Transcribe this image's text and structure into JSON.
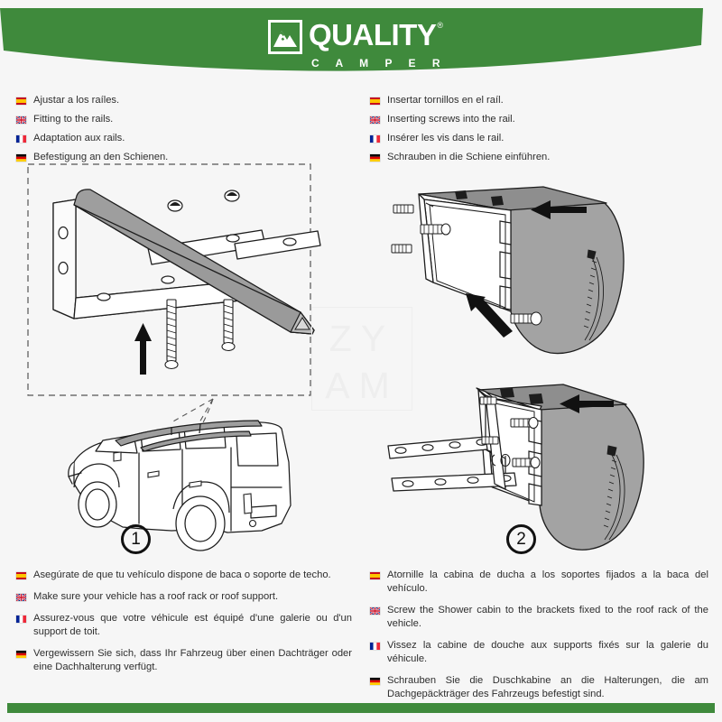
{
  "brand": {
    "name": "QUALITY",
    "subtitle": "C A M P E R",
    "registered": "®",
    "logo_icon": "mountain-icon",
    "green": "#3f8a3c"
  },
  "watermark": {
    "line1": "ZY",
    "line2": "AM"
  },
  "instructions": {
    "top_left": {
      "lines": [
        {
          "flag": "flag-es-icon",
          "lang": "es",
          "text": "Ajustar a los raíles."
        },
        {
          "flag": "flag-gb-icon",
          "lang": "en",
          "text": "Fitting to the rails."
        },
        {
          "flag": "flag-fr-icon",
          "lang": "fr",
          "text": "Adaptation aux rails."
        },
        {
          "flag": "flag-de-icon",
          "lang": "de",
          "text": "Befestigung an den Schienen."
        }
      ]
    },
    "top_right": {
      "lines": [
        {
          "flag": "flag-es-icon",
          "lang": "es",
          "text": "Insertar tornillos en el raíl."
        },
        {
          "flag": "flag-gb-icon",
          "lang": "en",
          "text": "Inserting screws into the rail."
        },
        {
          "flag": "flag-fr-icon",
          "lang": "fr",
          "text": "Insérer les vis dans le rail."
        },
        {
          "flag": "flag-de-icon",
          "lang": "de",
          "text": "Schrauben in die Schiene einführen."
        }
      ]
    },
    "bottom_left": {
      "lines": [
        {
          "flag": "flag-es-icon",
          "lang": "es",
          "text": "Asegúrate de que tu vehículo dispone de baca o soporte de techo."
        },
        {
          "flag": "flag-gb-icon",
          "lang": "en",
          "text": "Make sure your vehicle has a roof rack or roof support."
        },
        {
          "flag": "flag-fr-icon",
          "lang": "fr",
          "text": "Assurez-vous que votre véhicule est équipé d'une galerie ou d'un support de toit."
        },
        {
          "flag": "flag-de-icon",
          "lang": "de",
          "text": "Vergewissern Sie sich, dass Ihr Fahrzeug über einen Dachträger oder eine Dachhalterung verfügt."
        }
      ]
    },
    "bottom_right": {
      "lines": [
        {
          "flag": "flag-es-icon",
          "lang": "es",
          "text": "Atornille la cabina de ducha a los soportes fijados a la baca del vehículo."
        },
        {
          "flag": "flag-gb-icon",
          "lang": "en",
          "text": "Screw the Shower cabin to the brackets fixed to the roof rack of the vehicle."
        },
        {
          "flag": "flag-fr-icon",
          "lang": "fr",
          "text": "Vissez la cabine de douche aux supports fixés sur la galerie du véhicule."
        },
        {
          "flag": "flag-de-icon",
          "lang": "de",
          "text": "Schrauben Sie die Duschkabine an die Halterungen, die am Dachgepäckträger des Fahrzeugs befestigt sind."
        }
      ]
    }
  },
  "steps": [
    {
      "number": "1",
      "name": "step-badge-1"
    },
    {
      "number": "2",
      "name": "step-badge-2"
    }
  ],
  "illustrations": {
    "step1_detail": "roof-rail-bracket-exploded-diagram",
    "vehicle": "suv-with-roof-rack-diagram",
    "step2_top": "shower-cabin-rail-screws-diagram",
    "step2_bottom": "shower-cabin-mounted-on-brackets-diagram"
  }
}
